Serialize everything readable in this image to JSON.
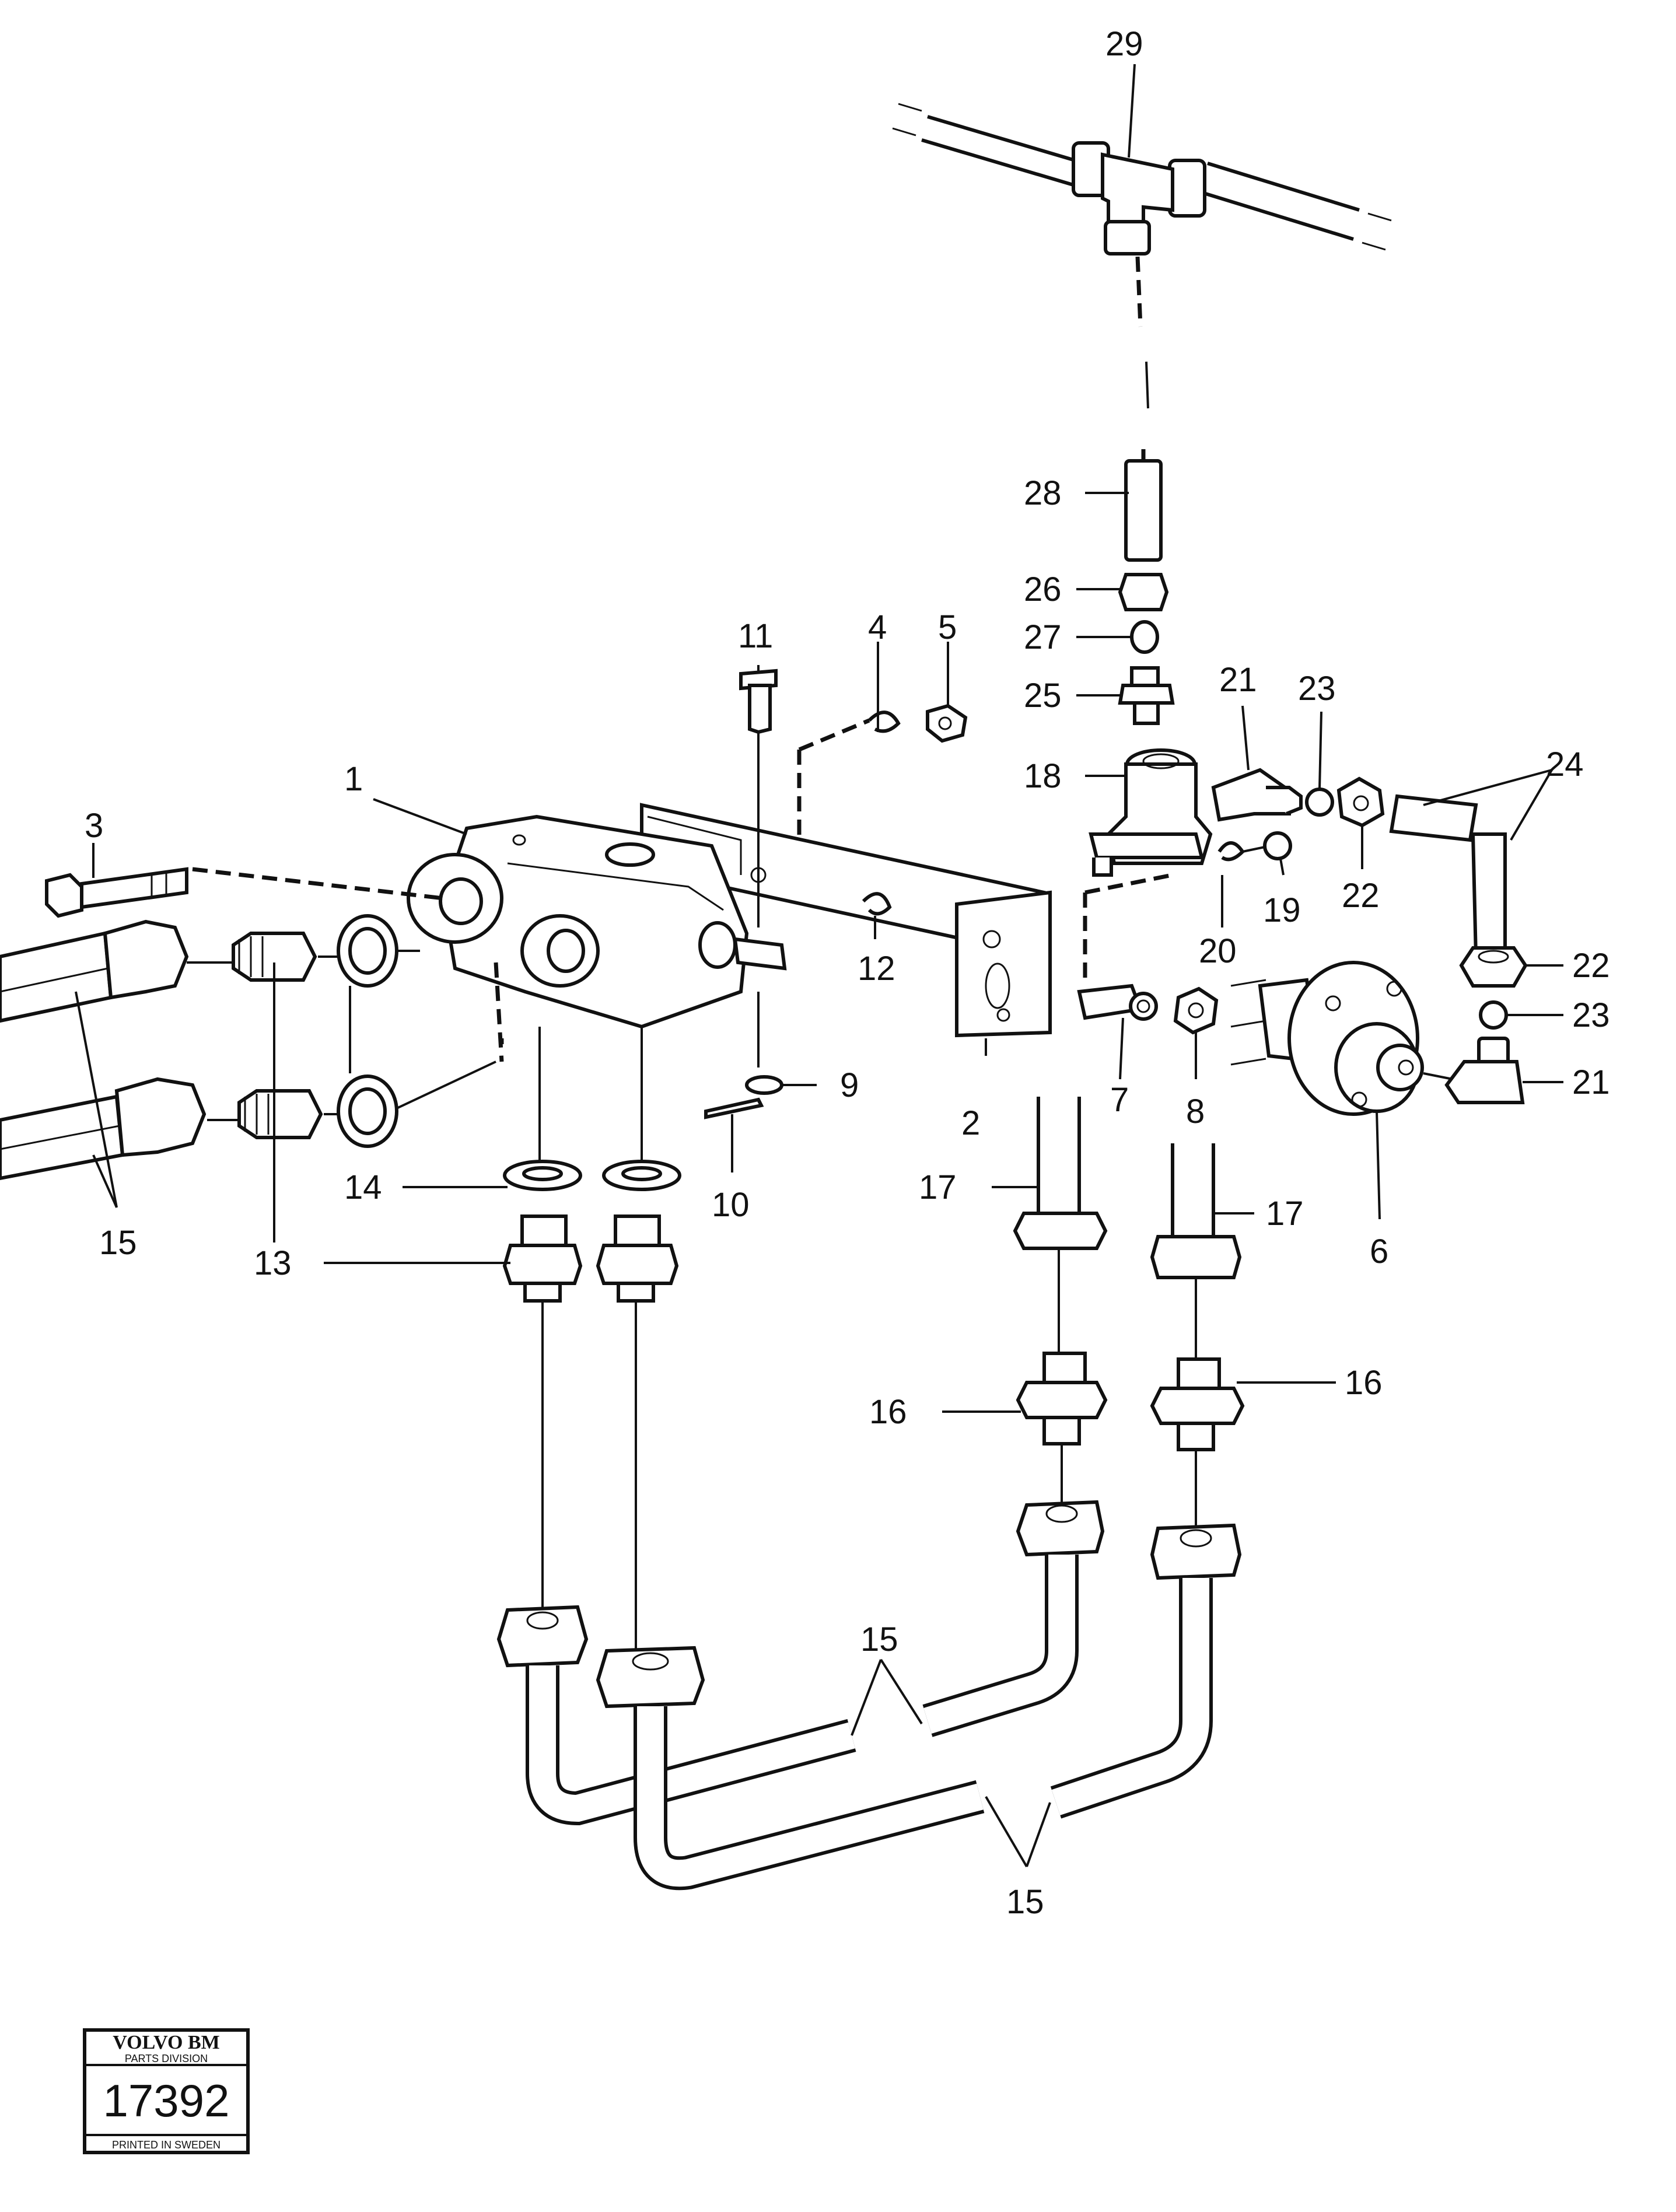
{
  "labels": {
    "p1": "1",
    "p2": "2",
    "p3": "3",
    "p4": "4",
    "p5": "5",
    "p6": "6",
    "p7": "7",
    "p8": "8",
    "p9": "9",
    "p10": "10",
    "p11": "11",
    "p12": "12",
    "p13": "13",
    "p14": "14",
    "p15a": "15",
    "p15b": "15",
    "p15c": "15",
    "p16a": "16",
    "p16b": "16",
    "p17a": "17",
    "p17b": "17",
    "p18": "18",
    "p19": "19",
    "p20": "20",
    "p21a": "21",
    "p21b": "21",
    "p22a": "22",
    "p22b": "22",
    "p23a": "23",
    "p23b": "23",
    "p24": "24",
    "p25": "25",
    "p26": "26",
    "p27": "27",
    "p28": "28",
    "p29": "29"
  },
  "stamp": {
    "brand": "VOLVO BM",
    "division": "PARTS DIVISION",
    "number": "17392",
    "footer": "PRINTED IN SWEDEN"
  }
}
